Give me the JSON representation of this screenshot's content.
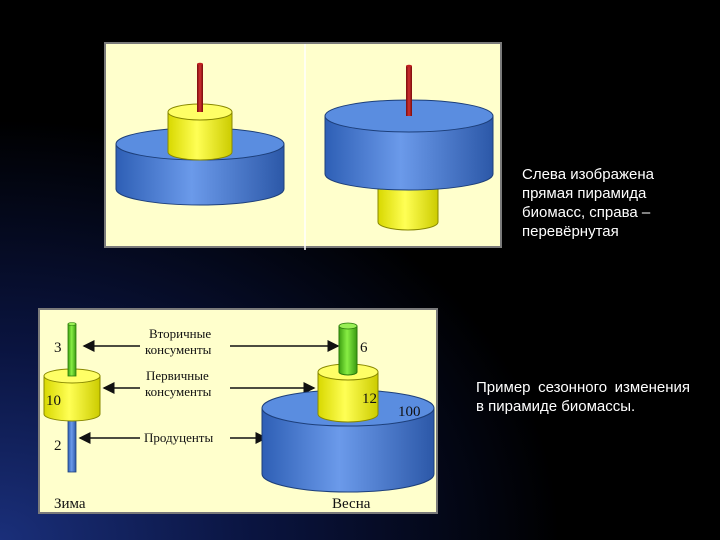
{
  "captions": {
    "direct_inverted": "Слева изображена прямая пирамида биомасс, справа – перевёрнутая",
    "seasonal": "Пример сезонного изменения в пирамиде биомассы."
  },
  "seasonal_figure": {
    "level_labels": {
      "secondary": "Вторичные консументы",
      "primary": "Первичные консументы",
      "producers": "Продуценты"
    },
    "winter": {
      "label": "Зима",
      "secondary": "3",
      "primary": "10",
      "producers": "2"
    },
    "spring": {
      "label": "Весна",
      "secondary": "6",
      "primary": "12",
      "producers": "100"
    }
  },
  "colors": {
    "background": "#000000",
    "panel": "#ffffcc",
    "cylinder_blue": "#4a7ed6",
    "cylinder_yellow": "#ffff33",
    "cylinder_green": "#66dd22",
    "rod_red": "#b01818",
    "rod_blue": "#4a7ed6",
    "text": "#ffffff"
  }
}
